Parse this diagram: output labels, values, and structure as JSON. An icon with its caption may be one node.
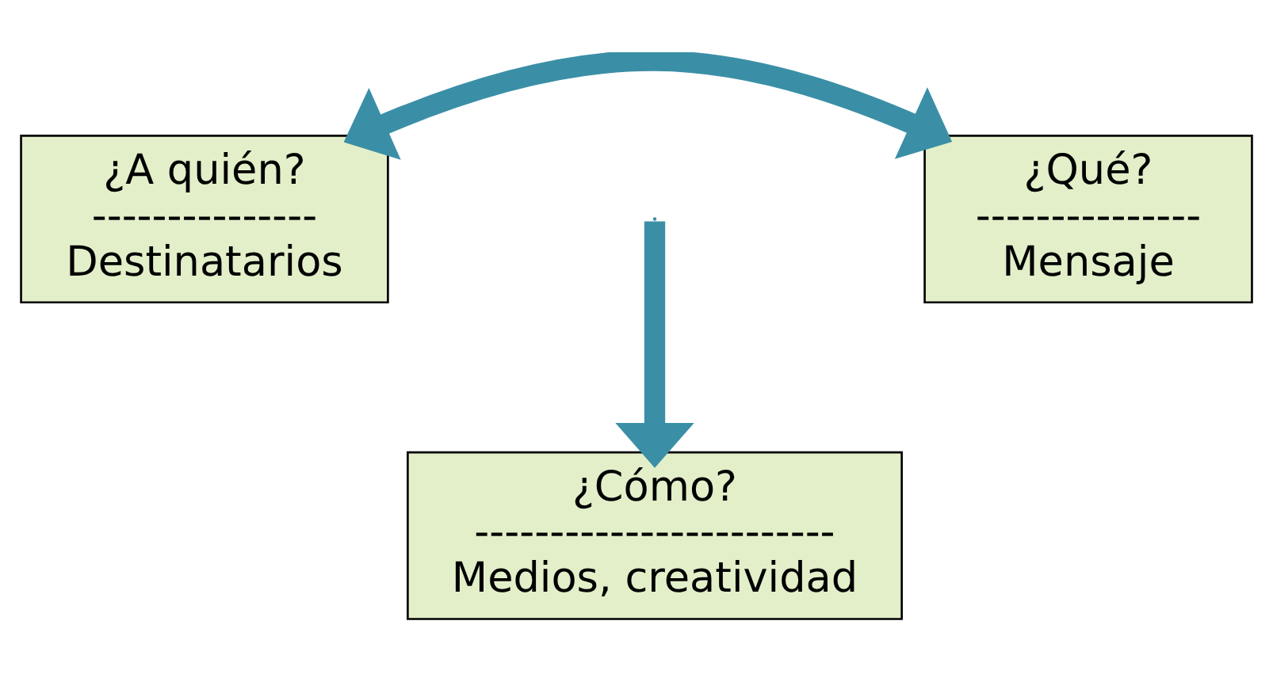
{
  "diagram": {
    "nodes": [
      {
        "text": [
          "¿A quién?",
          "---------------",
          "Destinatarios"
        ]
      },
      {
        "text": [
          "¿Qué?",
          "---------------",
          "Mensaje"
        ]
      },
      {
        "text": [
          "¿Cómo?",
          "------------------------",
          "Medios, creatividad"
        ]
      }
    ],
    "edges": [
      {
        "from": 0,
        "to": 1,
        "arrow": "both"
      },
      {
        "from": null,
        "to": 2,
        "arrow": "to"
      }
    ]
  }
}
